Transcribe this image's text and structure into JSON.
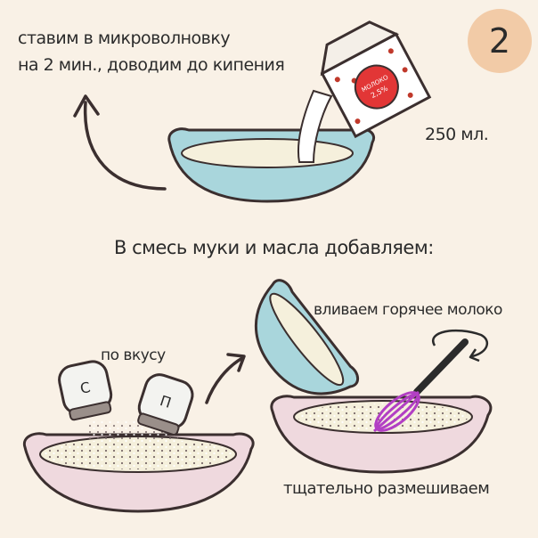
{
  "step_number": "2",
  "step1": {
    "line1": "ставим в микроволновку",
    "line2": "на 2 мин., доводим до кипения",
    "volume": "250 мл.",
    "carton_label_line1": "МОЛОКО",
    "carton_label_line2": "2,5%"
  },
  "step2": {
    "heading": "В смесь муки и масла добавляем:",
    "pour_text": "вливаем горячее молоко",
    "season_text": "по вкусу",
    "mix_text": "тщательно размешиваем",
    "salt_shaker_letter": "С",
    "pepper_shaker_letter": "П"
  },
  "colors": {
    "background": "#f9f1e6",
    "badge": "#f2cba7",
    "blue_bowl": "#a9d6dc",
    "pink_bowl": "#efd9de",
    "milk": "#f5f0dc",
    "whisk": "#b23fc4"
  }
}
